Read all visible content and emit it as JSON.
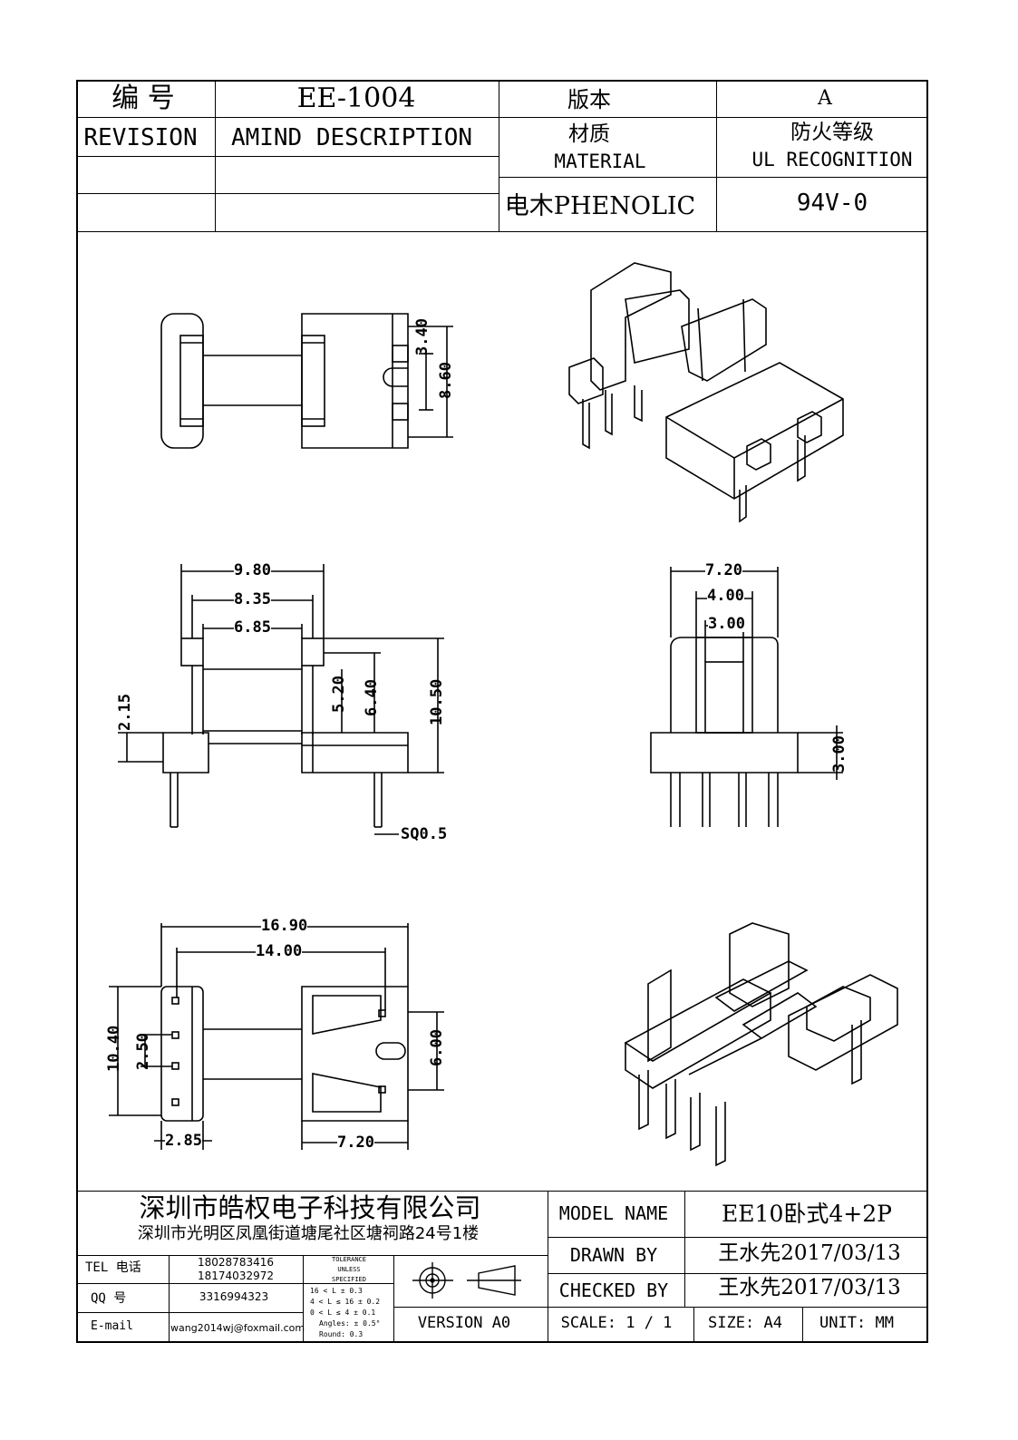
{
  "header": {
    "number_label": "编  号",
    "part_number": "EE-1004",
    "version_label": "版本",
    "version_value": "A",
    "revision_label": "REVISION",
    "amend_label": "AMIND DESCRIPTION",
    "material_cn": "材质",
    "material_en": "MATERIAL",
    "ul_cn": "防火等级",
    "ul_en": "UL RECOGNITION",
    "material_value": "电木PHENOLIC",
    "ul_value": "94V-0"
  },
  "dimensions": {
    "top_view": [
      "3.40",
      "8.60"
    ],
    "side_view": [
      "9.80",
      "8.35",
      "6.85",
      "5.20",
      "6.40",
      "10.50",
      "2.15",
      "SQ0.5"
    ],
    "end_view": [
      "7.20",
      "4.00",
      "3.00",
      "3.00"
    ],
    "bottom_view": [
      "16.90",
      "14.00",
      "10.40",
      "2.50",
      "6.00",
      "2.85",
      "7.20"
    ]
  },
  "title_block": {
    "company": "深圳市皓权电子科技有限公司",
    "address": "深圳市光明区凤凰街道塘尾社区塘祠路24号1楼",
    "tel_label": "TEL 电话",
    "tel_values": [
      "18028783416",
      "18174032972"
    ],
    "qq_label": "QQ  号",
    "qq_value": "3316994323",
    "email_label": "E-mail",
    "email_value": "wang2014wj@foxmail.com",
    "tolerance_lines": [
      "TOLERANCE",
      "UNLESS",
      "SPECIFIED",
      "16 < L          ± 0.3",
      "4 < L ≤ 16      ± 0.2",
      "0 < L ≤ 4       ± 0.1",
      "Angles: ± 0.5°",
      "Round: 0.3"
    ],
    "version": "VERSION A0",
    "model_name_label": "MODEL NAME",
    "model_name_value": "EE10卧式4+2P",
    "drawn_by_label": "DRAWN BY",
    "drawn_by_value": "王水先2017/03/13",
    "checked_by_label": "CHECKED BY",
    "checked_by_value": "王水先2017/03/13",
    "scale": "SCALE:  1 / 1",
    "size": "SIZE:  A4",
    "unit": "UNIT:  MM"
  }
}
